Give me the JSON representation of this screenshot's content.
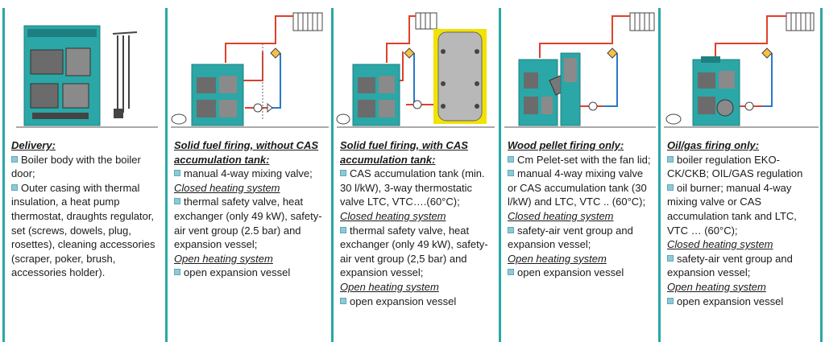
{
  "columns": [
    {
      "title": "Delivery:",
      "blocks": [
        {
          "type": "bullet",
          "text": "Boiler body with the boiler door;"
        },
        {
          "type": "bullet",
          "text": "Outer casing with thermal insulation, a heat pump thermostat, draughts regulator, set (screws, dowels, plug, rosettes), cleaning accessories (scraper, poker, brush, accessories holder)."
        }
      ]
    },
    {
      "title": "Solid fuel firing, without CAS accumulation tank:",
      "blocks": [
        {
          "type": "bullet",
          "text": "manual 4-way mixing valve;"
        },
        {
          "type": "sub",
          "text": "Closed heating system"
        },
        {
          "type": "bullet",
          "text": "thermal safety valve, heat exchanger (only 49 kW), safety-air vent group (2.5 bar) and expansion vessel;"
        },
        {
          "type": "sub",
          "text": "Open heating system"
        },
        {
          "type": "bullet",
          "text": "open expansion vessel"
        }
      ]
    },
    {
      "title": "Solid fuel firing, with CAS accumulation tank:",
      "blocks": [
        {
          "type": "bullet",
          "text": "CAS accumulation tank (min. 30 l/kW), 3-way thermostatic valve LTC, VTC….(60°C);"
        },
        {
          "type": "sub",
          "text": "Closed heating system"
        },
        {
          "type": "bullet",
          "text": "thermal safety valve, heat exchanger (only 49 kW), safety-air vent group (2,5 bar) and expansion vessel;"
        },
        {
          "type": "sub",
          "text": "Open heating system"
        },
        {
          "type": "bullet",
          "text": "open expansion vessel"
        }
      ]
    },
    {
      "title": "Wood pellet firing only:",
      "blocks": [
        {
          "type": "bullet",
          "text": "Cm Pelet-set with the fan lid;"
        },
        {
          "type": "bullet",
          "text": "manual 4-way mixing valve or CAS accumulation tank (30 l/kW) and LTC, VTC .. (60°C);"
        },
        {
          "type": "sub",
          "text": "Closed heating system"
        },
        {
          "type": "bullet",
          "text": "safety-air vent group and expansion vessel;"
        },
        {
          "type": "sub",
          "text": "Open heating system"
        },
        {
          "type": "bullet",
          "text": "open expansion vessel"
        }
      ]
    },
    {
      "title": "Oil/gas firing only:",
      "blocks": [
        {
          "type": "bullet",
          "text": "boiler regulation EKO-CK/CKB; OIL/GAS regulation"
        },
        {
          "type": "bullet",
          "text": "oil burner; manual 4-way mixing valve or CAS accumulation tank and LTC, VTC … (60°C);"
        },
        {
          "type": "sub",
          "text": "Closed heating system"
        },
        {
          "type": "bullet",
          "text": "safety-air vent group and expansion vessel;"
        },
        {
          "type": "sub",
          "text": "Open heating system"
        },
        {
          "type": "bullet",
          "text": "open expansion vessel"
        }
      ]
    }
  ],
  "colors": {
    "boiler": "#2aa7a6",
    "boiler_dark": "#1f7f80",
    "divider": "#2aa7a6",
    "pipe_hot": "#e0402a",
    "pipe_cold": "#2a78c8",
    "tank_outline": "#f2e200",
    "tank_body": "#b8b8b8"
  },
  "icons": [
    "boiler-icon",
    "radiator-icon",
    "mixing-valve-icon",
    "pump-icon",
    "expansion-vessel-icon",
    "accumulation-tank-icon",
    "pellet-set-icon",
    "burner-icon",
    "tool-holder-icon"
  ]
}
